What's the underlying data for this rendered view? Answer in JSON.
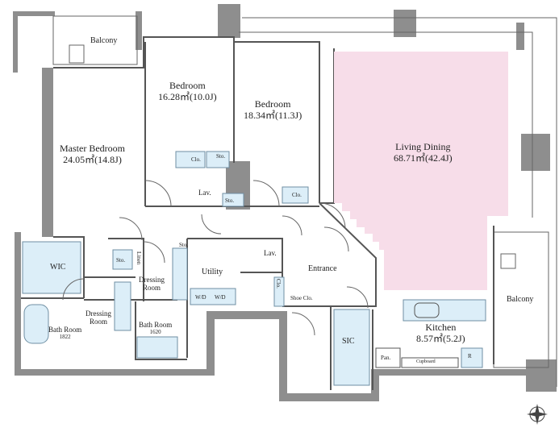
{
  "rooms": {
    "balcony_top": "Balcony",
    "bedroom1": {
      "name": "Bedroom",
      "area": "16.28㎡(10.0J)"
    },
    "bedroom2": {
      "name": "Bedroom",
      "area": "18.34㎡(11.3J)"
    },
    "master": {
      "name": "Master Bedroom",
      "area": "24.05㎡(14.8J)"
    },
    "living": {
      "name": "Living Dining",
      "area": "68.71㎡(42.4J)"
    },
    "kitchen": {
      "name": "Kitchen",
      "area": "8.57㎡(5.2J)"
    },
    "balcony_right": "Balcony",
    "wic": "WIC",
    "utility": "Utility",
    "entrance": "Entrance",
    "sic": "SIC",
    "dressing1": {
      "line1": "Dressing",
      "line2": "Room"
    },
    "dressing2": {
      "line1": "Dressing",
      "line2": "Room"
    },
    "bath1": {
      "name": "Bath Room",
      "size": "1822"
    },
    "bath2": {
      "name": "Bath Room",
      "size": "1620"
    },
    "lav1": "Lav.",
    "lav2": "Lav.",
    "clo1": "Clo.",
    "clo2": "Clo.",
    "clo3": "Clo.",
    "sto1": "Sto.",
    "sto2": "Sto.",
    "sto3": "Sto.",
    "sto4": "Sto.",
    "linen": "Linen",
    "shoe_clo": "Shoe Clo.",
    "wd1": "W/D",
    "wd2": "W/D",
    "pan": "Pan.",
    "cupboard": "Cupboard",
    "refrigerator": "R"
  },
  "colors": {
    "wall": "#8e8e8e",
    "living_fill": "#f7dde9",
    "fixture_fill": "#dceef8",
    "fixture_stroke": "#6f8fa3",
    "line": "#555555"
  },
  "icons": {
    "compass": "compass-rose-icon"
  }
}
